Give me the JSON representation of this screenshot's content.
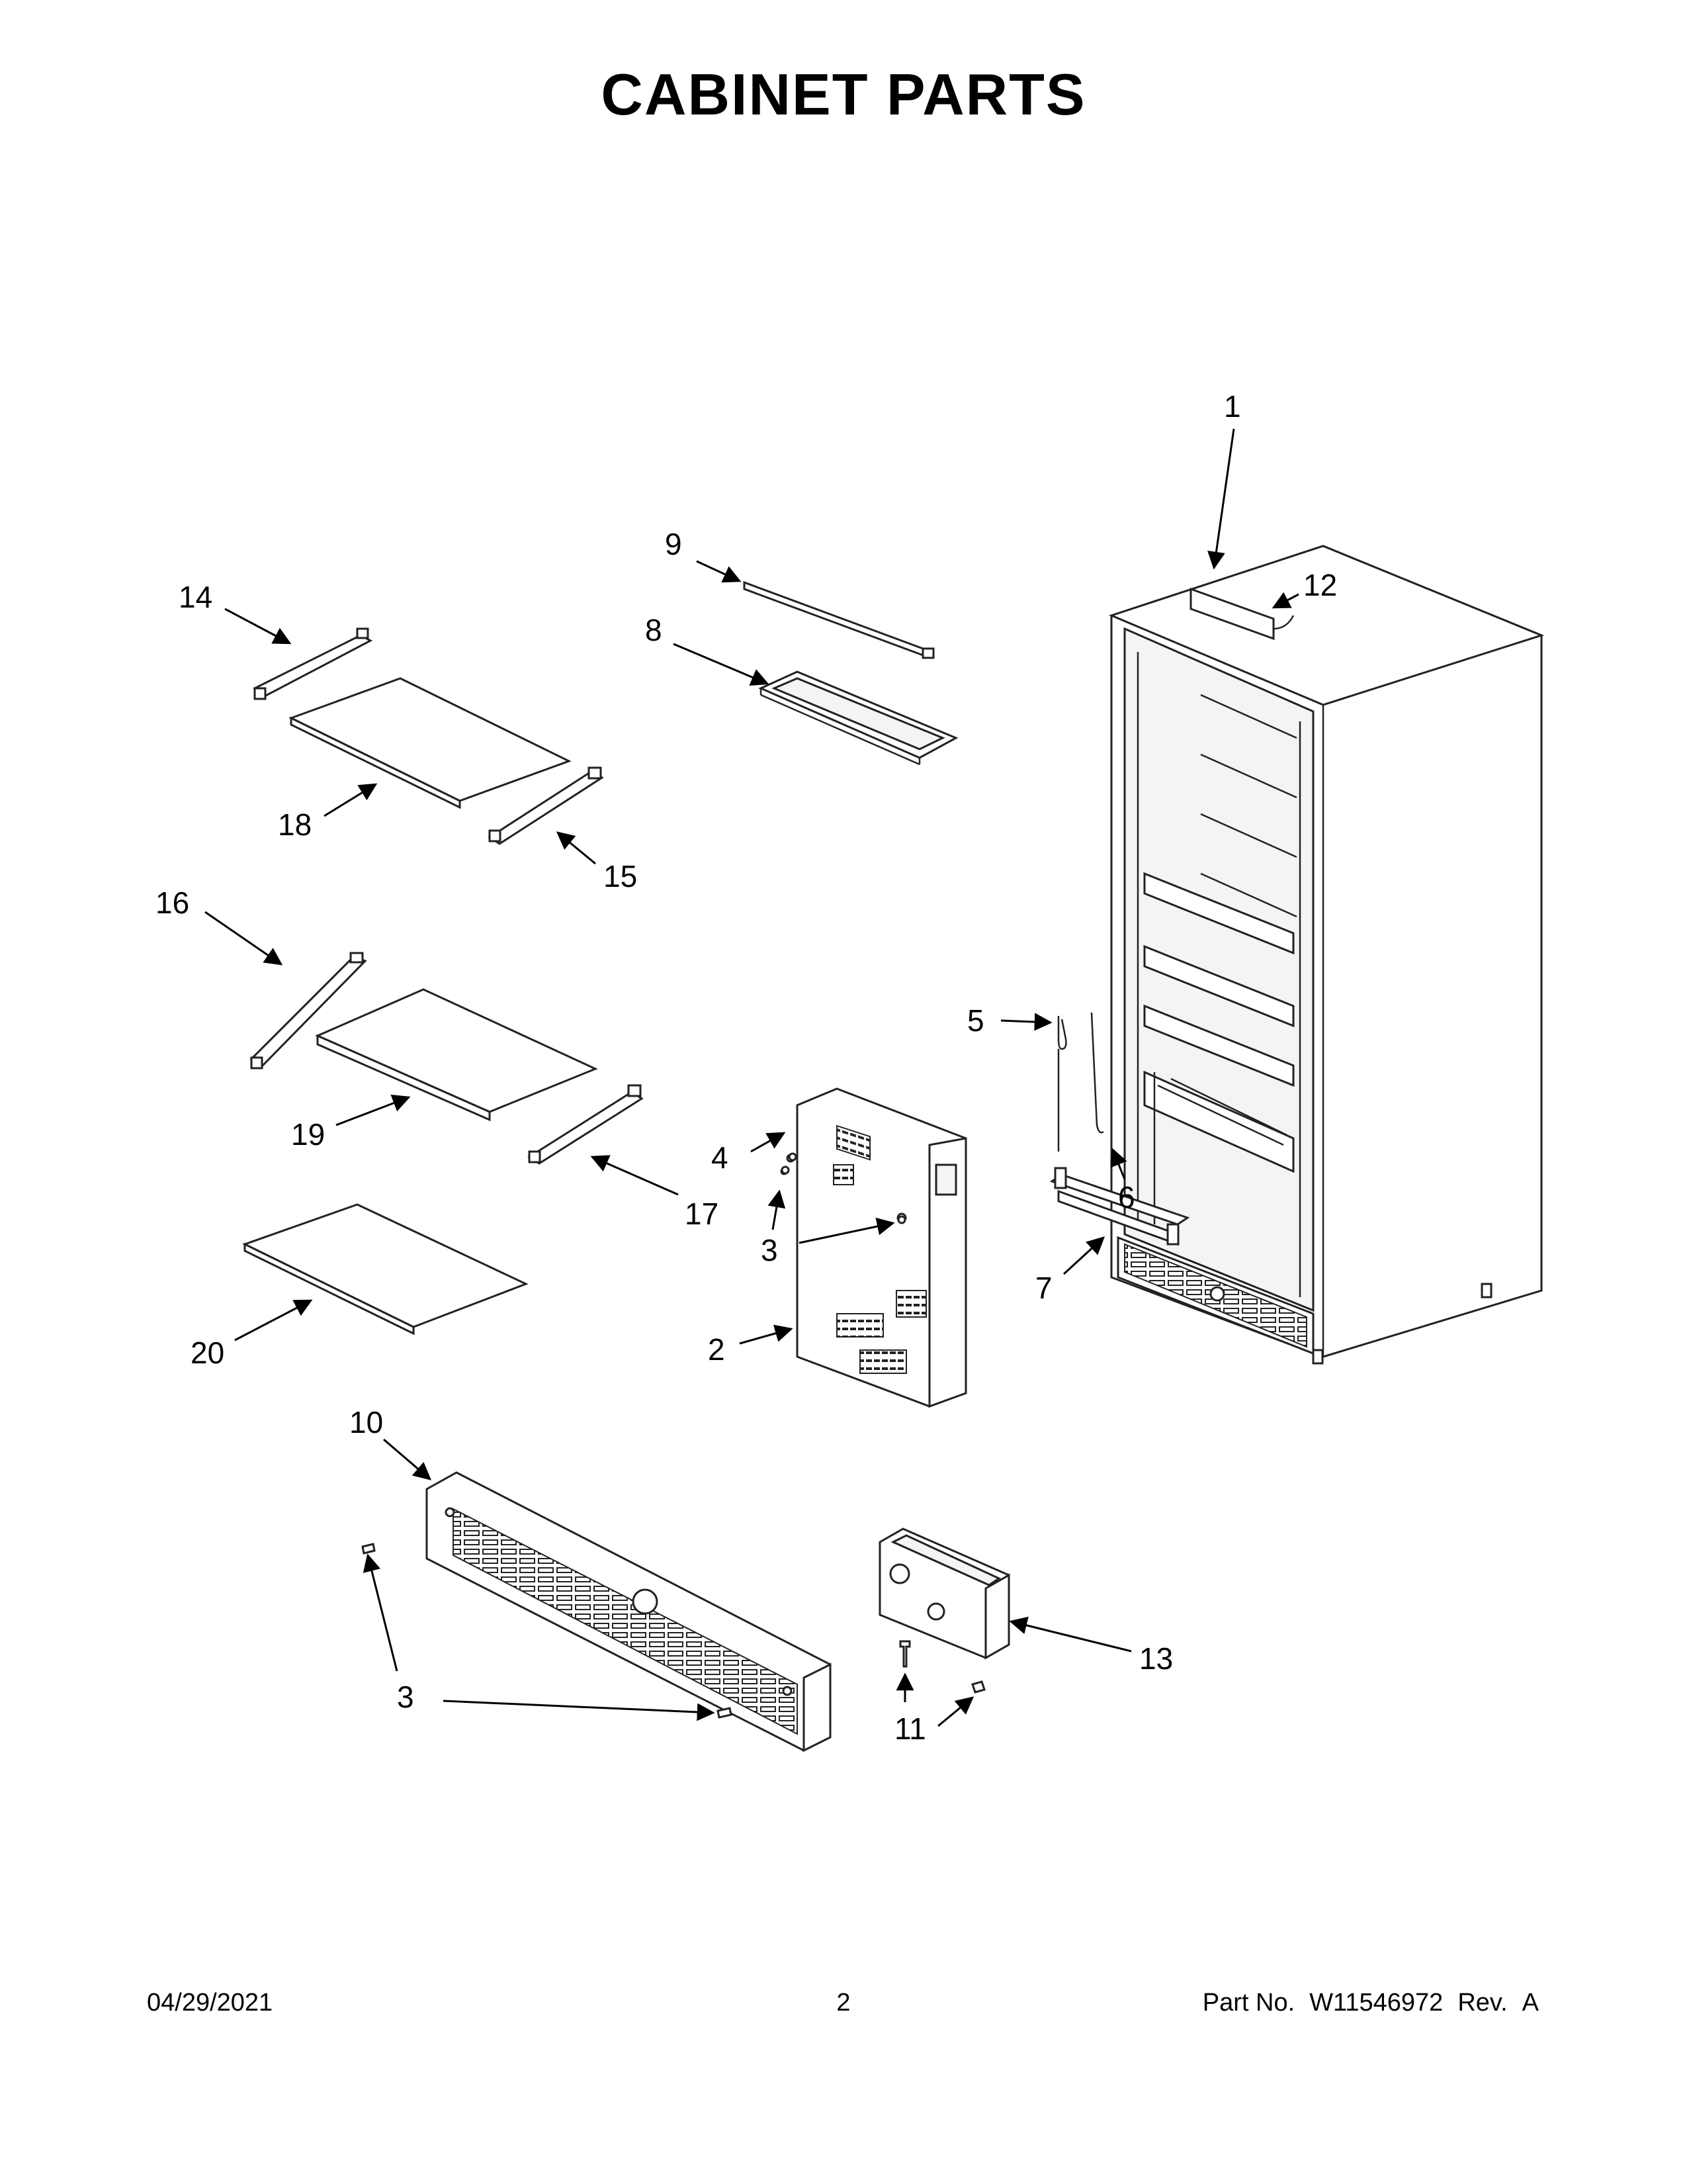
{
  "title": "CABINET PARTS",
  "footer": {
    "date": "04/29/2021",
    "page": "2",
    "part_no_label": "Part No.",
    "part_no": "W11546972",
    "rev_label": "Rev.",
    "rev": "A"
  },
  "callouts": {
    "c1": "1",
    "c2": "2",
    "c3a": "3",
    "c3b": "3",
    "c4": "4",
    "c5": "5",
    "c6": "6",
    "c7": "7",
    "c8": "8",
    "c9": "9",
    "c10": "10",
    "c11": "11",
    "c12": "12",
    "c13": "13",
    "c14": "14",
    "c15": "15",
    "c16": "16",
    "c17": "17",
    "c18": "18",
    "c19": "19",
    "c20": "20"
  }
}
